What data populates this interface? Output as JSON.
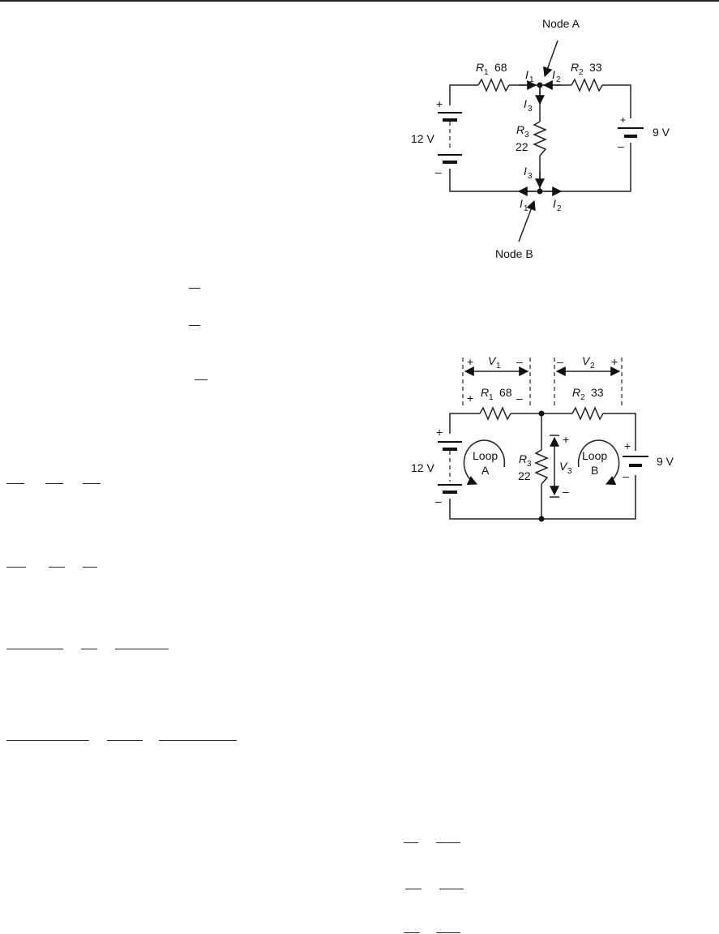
{
  "figure1": {
    "node_a": "Node A",
    "node_b": "Node B",
    "r1_sym": "R",
    "r1_sub": "1",
    "r1_val": "68",
    "r2_sym": "R",
    "r2_sub": "2",
    "r2_val": "33",
    "r3_sym": "R",
    "r3_sub": "3",
    "r3_val": "22",
    "i_sym": "I",
    "i1_sub": "1",
    "i2_sub": "2",
    "i3_sub": "3",
    "v_left": "12 V",
    "v_right": "9 V",
    "plus": "+",
    "minus": "–"
  },
  "figure2": {
    "v_sym": "V",
    "v1_sub": "1",
    "v2_sub": "2",
    "v3_sub": "3",
    "r1_sym": "R",
    "r1_sub": "1",
    "r1_val": "68",
    "r2_sym": "R",
    "r2_sub": "2",
    "r2_val": "33",
    "r3_sym": "R",
    "r3_sub": "3",
    "r3_val": "22",
    "loop_word": "Loop",
    "loop_a": "A",
    "loop_b": "B",
    "v_left": "12 V",
    "v_right": "9 V",
    "plus": "+",
    "minus": "–"
  }
}
